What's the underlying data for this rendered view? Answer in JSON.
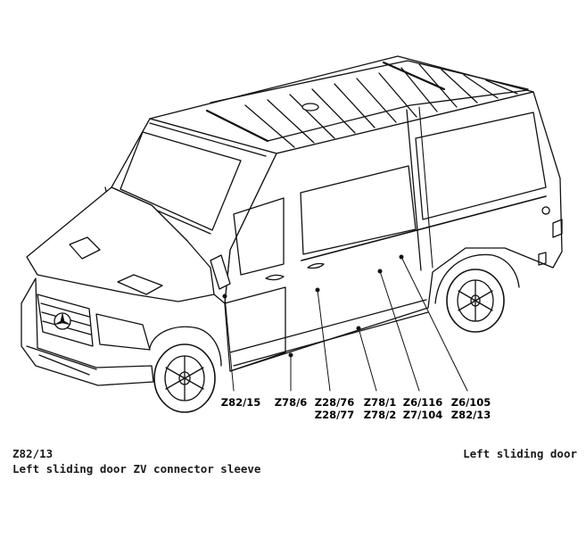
{
  "callouts": [
    {
      "id": "z82-15",
      "lines": [
        "Z82/15"
      ]
    },
    {
      "id": "z78-6",
      "lines": [
        "Z78/6"
      ]
    },
    {
      "id": "z28-76",
      "lines": [
        "Z28/76",
        "Z28/77"
      ]
    },
    {
      "id": "z78-1",
      "lines": [
        "Z78/1",
        "Z78/2"
      ]
    },
    {
      "id": "z6-116",
      "lines": [
        "Z6/116",
        "Z7/104"
      ]
    },
    {
      "id": "z6-105",
      "lines": [
        "Z6/105",
        "Z82/13"
      ]
    }
  ],
  "caption": {
    "code": "Z82/13",
    "description": "Left sliding door ZV connector sleeve",
    "location": "Left sliding door"
  }
}
